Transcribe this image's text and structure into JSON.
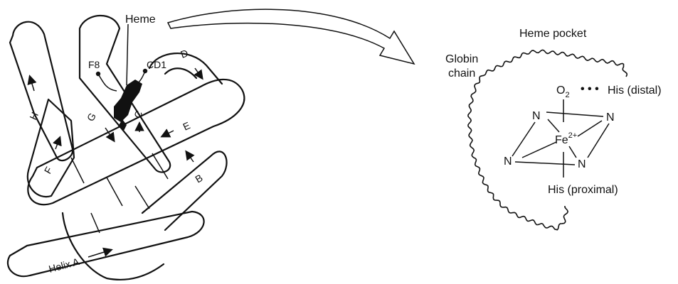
{
  "left_panel": {
    "heme_label": "Heme",
    "f8_label": "F8",
    "cd1_label": "CD1",
    "helix_labels": {
      "a": "Helix A",
      "b": "B",
      "c": "C",
      "d": "D",
      "e": "E",
      "f": "F",
      "g": "G",
      "h": "H"
    }
  },
  "right_panel": {
    "title": "Heme pocket",
    "globin_line1": "Globin",
    "globin_line2": "chain",
    "o2_main": "O",
    "o2_sub": "2",
    "dots": "• • •",
    "his_distal": "His (distal)",
    "fe_main": "Fe",
    "fe_sup": "2+",
    "n_label": "N",
    "his_proximal": "His (proximal)"
  },
  "colors": {
    "ink": "#111111",
    "background": "#ffffff"
  }
}
